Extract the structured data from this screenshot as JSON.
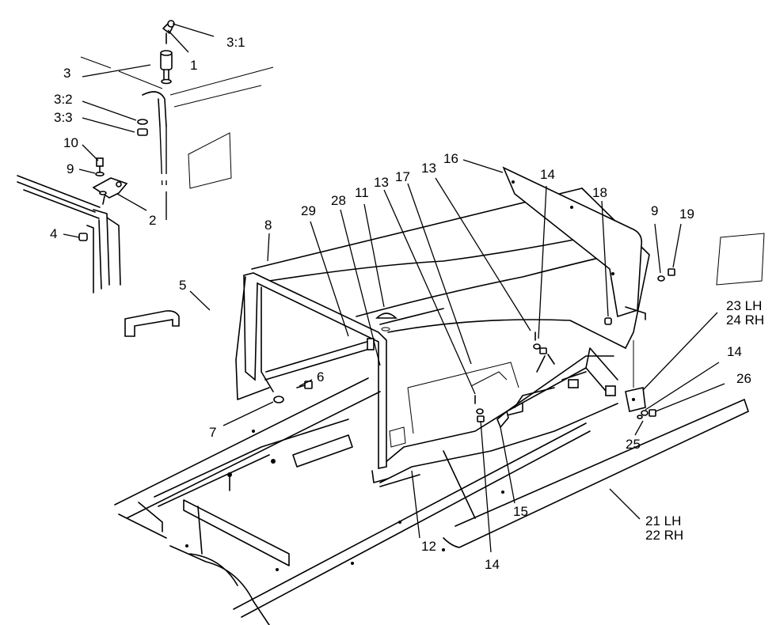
{
  "callouts": {
    "c1": "1",
    "c3_1": "3:1",
    "c3": "3",
    "c3_2": "3:2",
    "c3_3": "3:3",
    "c10": "10",
    "c9a": "9",
    "c2": "2",
    "c4": "4",
    "c5": "5",
    "c8": "8",
    "c29": "29",
    "c28": "28",
    "c11": "11",
    "c13a": "13",
    "c17": "17",
    "c13b": "13",
    "c16": "16",
    "c14a": "14",
    "c18": "18",
    "c9b": "9",
    "c19": "19",
    "c23": "23 LH",
    "c24": "24 RH",
    "c14b": "14",
    "c26": "26",
    "c25": "25",
    "c6": "6",
    "c7": "7",
    "c15": "15",
    "c12": "12",
    "c14c": "14",
    "c21": "21 LH",
    "c22": "22 RH"
  }
}
